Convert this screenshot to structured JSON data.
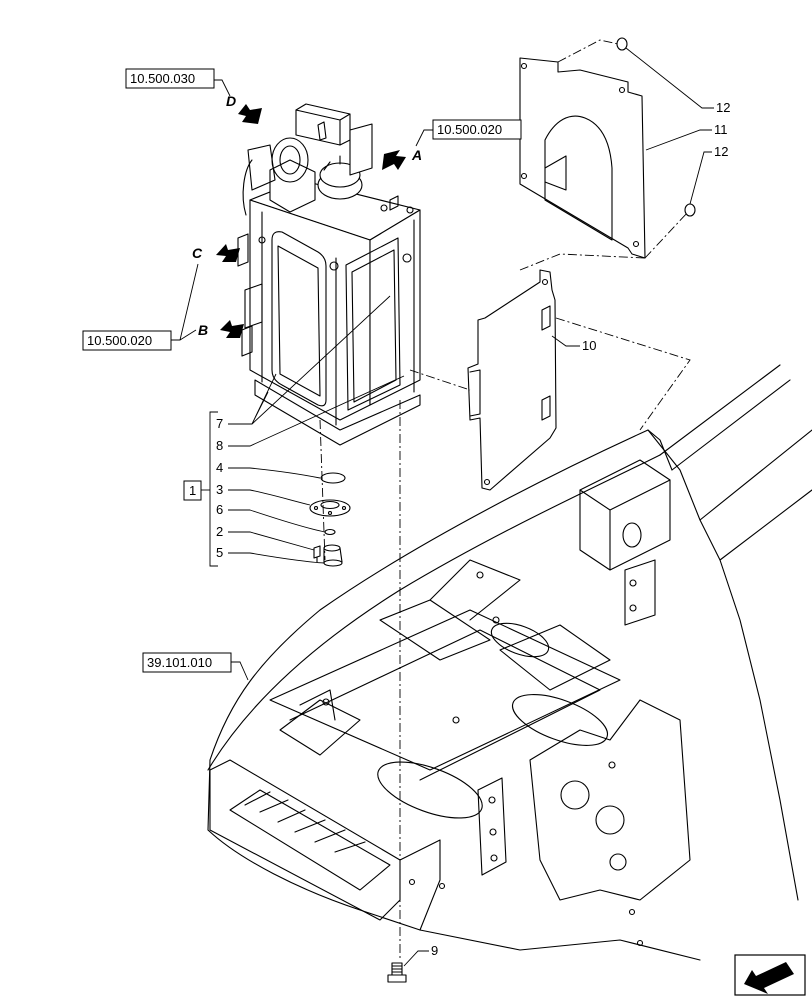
{
  "references": {
    "ref_top_left": "10.500.030",
    "ref_top_center": "10.500.020",
    "ref_mid_left": "10.500.020",
    "ref_frame": "39.101.010"
  },
  "view_letters": {
    "a": "A",
    "b": "B",
    "c": "C",
    "d": "D"
  },
  "group_label": "1",
  "callouts": {
    "p2": "2",
    "p3": "3",
    "p4": "4",
    "p5": "5",
    "p6": "6",
    "p7": "7",
    "p8": "8",
    "p9": "9",
    "p10": "10",
    "p11": "11",
    "p12a": "12",
    "p12b": "12"
  },
  "icons": {
    "corner": "direction-arrow-icon"
  }
}
